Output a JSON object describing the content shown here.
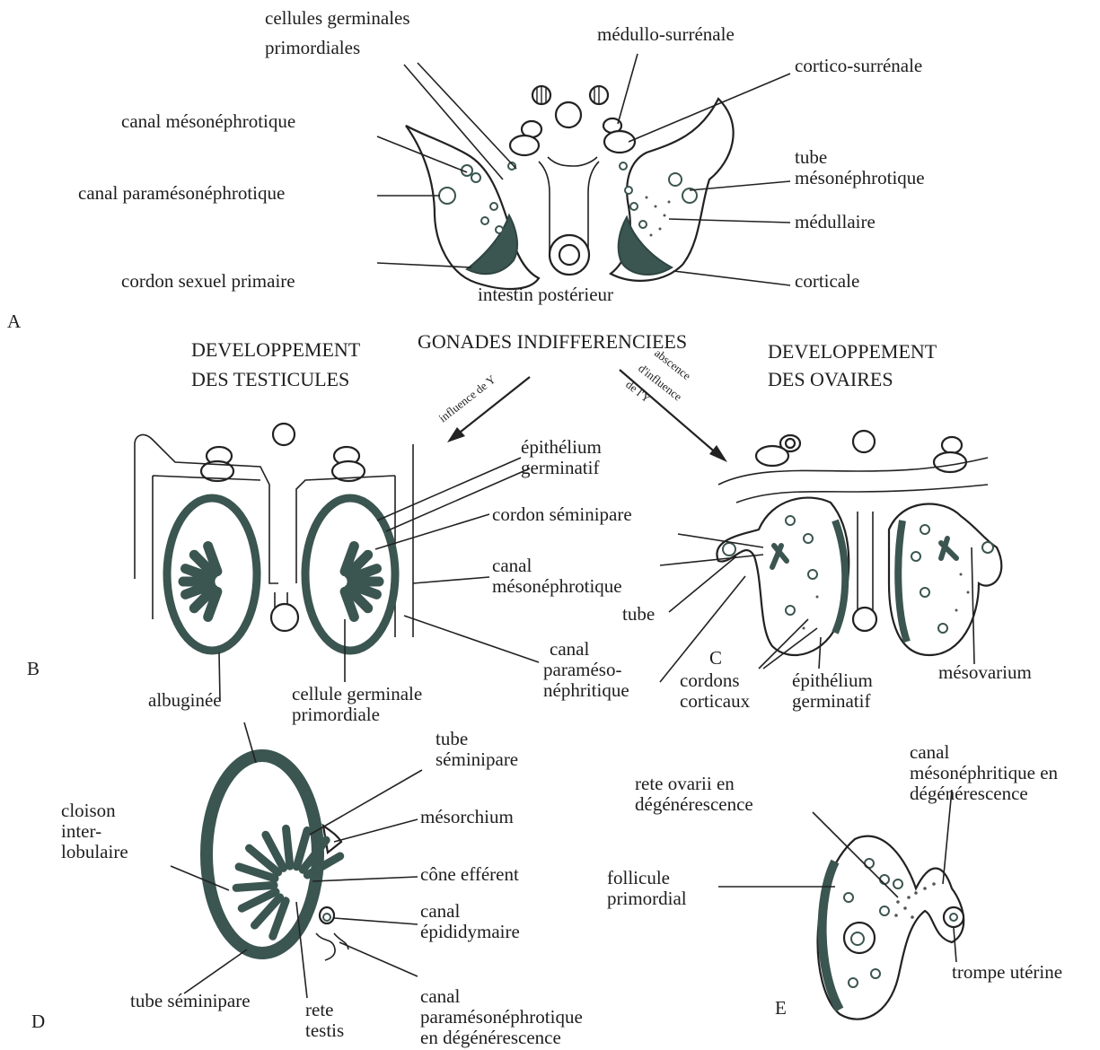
{
  "panels": {
    "A": "A",
    "B": "B",
    "C": "C",
    "D": "D",
    "E": "E"
  },
  "headers": {
    "center": "GONADES INDIFFERENCIEES",
    "left_1": "DEVELOPPEMENT",
    "left_2": "DES TESTICULES",
    "right_1": "DEVELOPPEMENT",
    "right_2": "DES OVAIRES"
  },
  "arrows": {
    "left": "influence de Y",
    "right_1": "abscence",
    "right_2": "d'influence",
    "right_3": "de l'Y"
  },
  "labels_A": {
    "cellules_germinales_1": "cellules germinales",
    "cellules_germinales_2": "primordiales",
    "medullo": "médullo-surrénale",
    "cortico": "cortico-surrénale",
    "canal_meso": "canal mésonéphrotique",
    "tube_meso_1": "tube",
    "tube_meso_2": "mésonéphrotique",
    "canal_parameso": "canal paramésonéphrotique",
    "medullaire": "médullaire",
    "cordon_sexuel": "cordon sexuel primaire",
    "intestin": "intestin postérieur",
    "corticale": "corticale"
  },
  "labels_B": {
    "epithelium_1": "épithélium",
    "epithelium_2": "germinatif",
    "cordon_semini": "cordon séminipare",
    "canal_meso_1": "canal",
    "canal_meso_2": "mésonéphrotique",
    "tube": "tube",
    "canal_parameso_1": "canal",
    "canal_parameso_2": "paraméso-",
    "canal_parameso_3": "néphritique",
    "albuginee": "albuginée",
    "cellule_germ_1": "cellule germinale",
    "cellule_germ_2": "primordiale"
  },
  "labels_C": {
    "cordons_1": "cordons",
    "cordons_2": "corticaux",
    "epith_1": "épithélium",
    "epith_2": "germinatif",
    "mesovarium": "mésovarium"
  },
  "labels_D": {
    "tube_semini_1": "tube",
    "tube_semini_2": "séminipare",
    "cloison_1": "cloison",
    "cloison_2": "inter-",
    "cloison_3": "lobulaire",
    "mesorchium": "mésorchium",
    "cone": "cône efférent",
    "canal_epid_1": "canal",
    "canal_epid_2": "épididymaire",
    "tube_semini_bottom": "tube séminipare",
    "rete_1": "rete",
    "rete_2": "testis",
    "canal_para_1": "canal",
    "canal_para_2": "paramésonéphrotique",
    "canal_para_3": "en dégénérescence"
  },
  "labels_E": {
    "canal_meso_1": "canal",
    "canal_meso_2": "mésonéphritique en",
    "canal_meso_3": "dégénérescence",
    "rete_ovarii_1": "rete ovarii en",
    "rete_ovarii_2": "dégénérescence",
    "follicule_1": "follicule",
    "follicule_2": "primordial",
    "trompe": "trompe utérine"
  }
}
